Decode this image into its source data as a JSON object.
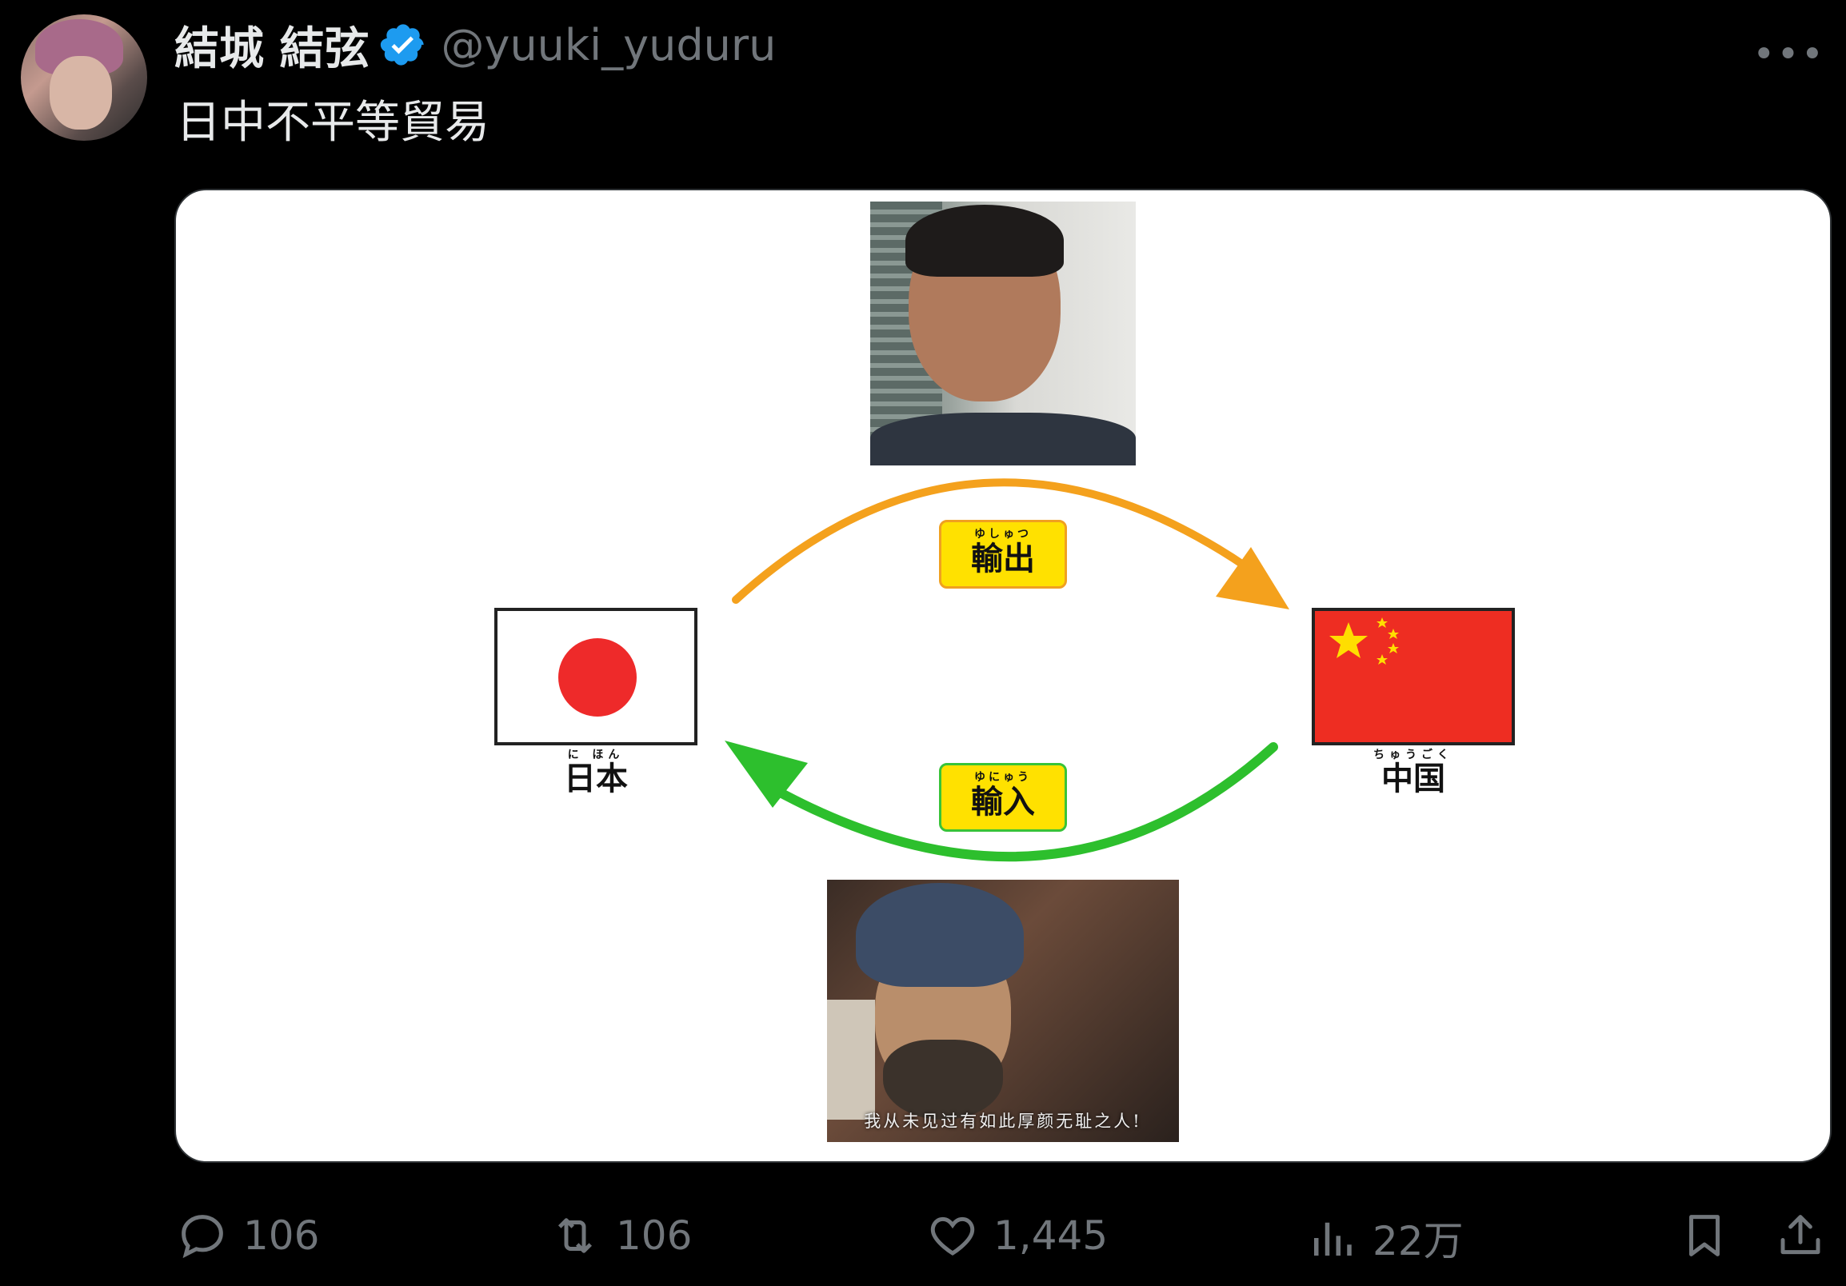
{
  "tweet": {
    "author_name": "結城 結弦",
    "handle": "@yuuki_yuduru",
    "text": "日中不平等貿易",
    "more_label": "•••"
  },
  "media": {
    "export_label": {
      "ruby": "ゆしゅつ",
      "word": "輸出"
    },
    "import_label": {
      "ruby": "ゆにゅう",
      "word": "輸入"
    },
    "japan": {
      "ruby": "に ほん",
      "word": "日本"
    },
    "china": {
      "ruby": "ちゅうごく",
      "word": "中国"
    },
    "bottom_photo_subtitle": "我从未见过有如此厚颜无耻之人!",
    "colors": {
      "export_arrow": "#f4a11d",
      "import_arrow": "#2dbf2d",
      "label_fill": "#ffe100",
      "jp_sun": "#ee2a2a",
      "cn_red": "#ee2d22",
      "cn_star": "#ffde00"
    }
  },
  "actions": {
    "replies": "106",
    "retweets": "106",
    "likes": "1,445",
    "views": "22万"
  },
  "icons": [
    "verified-badge-icon",
    "more-icon",
    "reply-icon",
    "retweet-icon",
    "like-icon",
    "views-icon",
    "bookmark-icon",
    "share-icon"
  ]
}
